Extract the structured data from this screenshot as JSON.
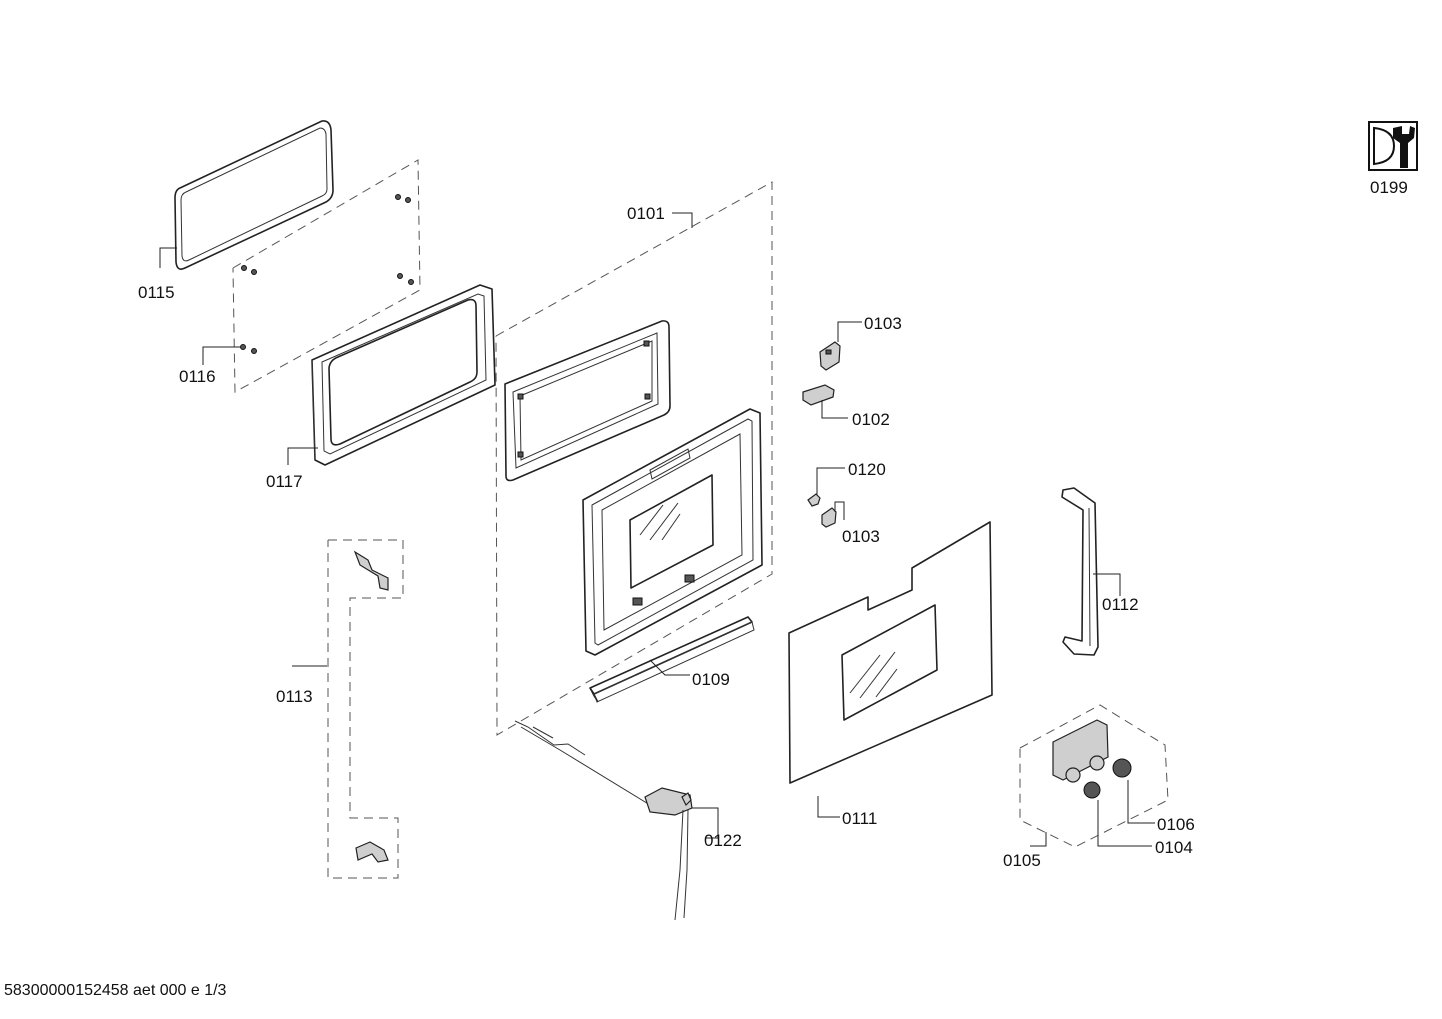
{
  "labels": {
    "p0101": "0101",
    "p0102": "0102",
    "p0103a": "0103",
    "p0103b": "0103",
    "p0104": "0104",
    "p0105": "0105",
    "p0106": "0106",
    "p0109": "0109",
    "p0111": "0111",
    "p0112": "0112",
    "p0113": "0113",
    "p0115": "0115",
    "p0116": "0116",
    "p0117": "0117",
    "p0120": "0120",
    "p0122": "0122",
    "p0199": "0199"
  },
  "footer": "58300000152458 aet 000 e 1/3",
  "icons": {
    "service": "wrench-service-icon"
  }
}
